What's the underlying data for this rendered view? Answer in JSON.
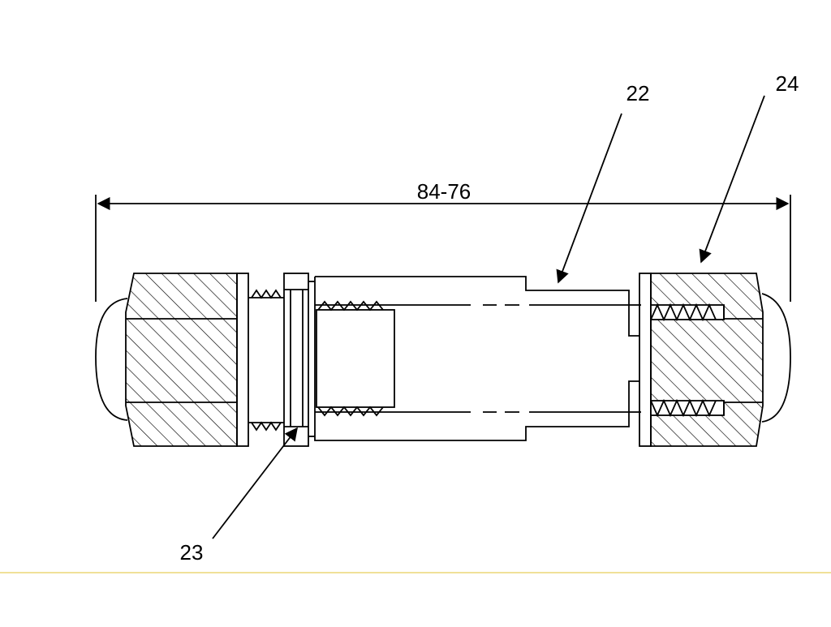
{
  "dimension": {
    "label": "84-76"
  },
  "callouts": {
    "c22": "22",
    "c23": "23",
    "c24": "24"
  },
  "colors": {
    "line": "#000000",
    "background": "#ffffff",
    "rule": "#e8cf5a"
  }
}
